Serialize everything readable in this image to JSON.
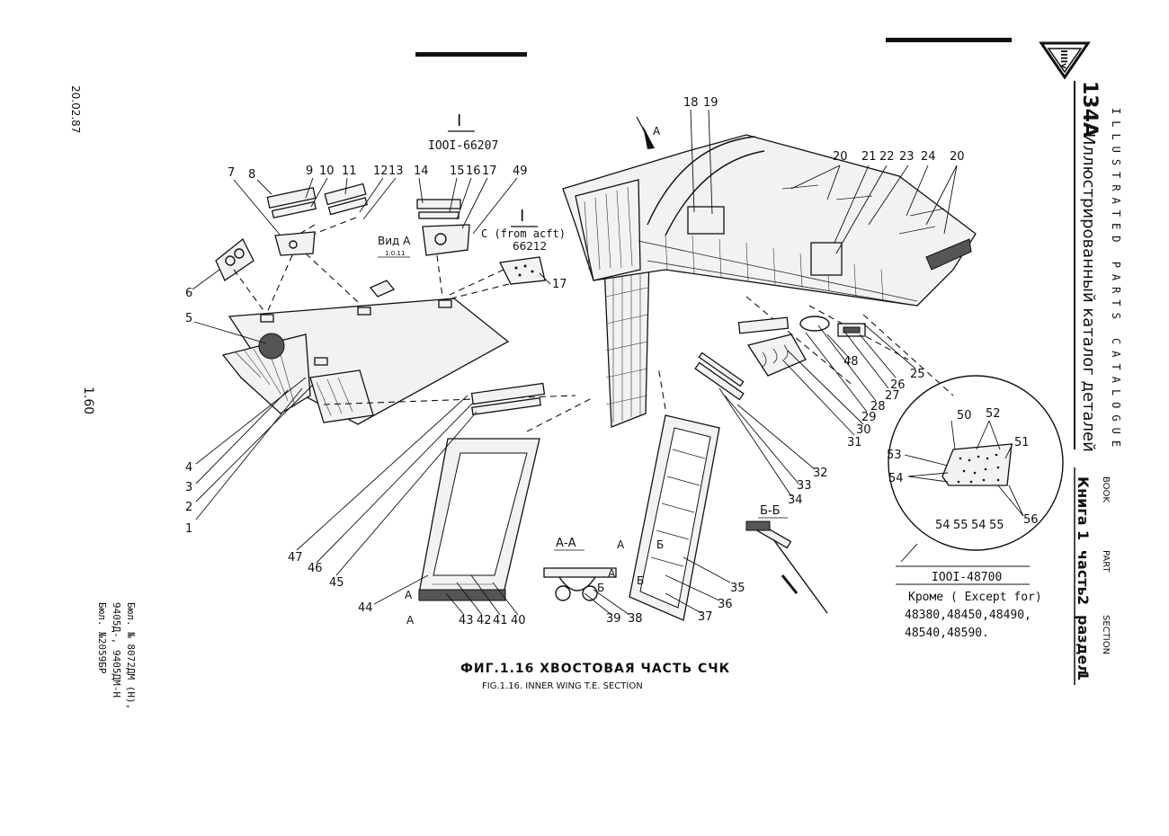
{
  "header": {
    "model": "134А",
    "title_ru": "Иллюстрированный каталог деталей",
    "title_en": "ILLUSTRATED PARTS CATALOGUE",
    "book_ru": "Книга",
    "book_en": "BOOK",
    "book_no": "1",
    "part_ru": "часть",
    "part_en": "PART",
    "part_no": "2",
    "section_ru": "раздел",
    "section_en": "SECTION",
    "section_no": "1"
  },
  "left_margin": {
    "date": "20.02.87",
    "page": "1.60",
    "bul_1": "Бюл. № 8072ДМ (Н),",
    "bul_2": "9405Д-, 9405ДМ-Н",
    "bul_3": "Бюл. №2059БР"
  },
  "captions": {
    "fig_ru": "ФИГ.1.16  ХВОСТОВАЯ  ЧАСТЬ  СЧК",
    "fig_en": "FIG.1.16. INNER WING T.E. SECTION"
  },
  "refs": {
    "marker_1": "I",
    "marker_2": "I",
    "ref_66207": "IOOI-66207",
    "from_acft": "C (from acft)",
    "ref_66212": "66212",
    "view_a": "Вид А",
    "view_a_sub": "1:0.11",
    "arrow_a": "А",
    "section_aa": "А-А",
    "section_bb": "Б-Б",
    "ref_48700": "IOOI-48700",
    "except_1": "Кроме ( Except for)",
    "except_2": "48380,48450,48490,",
    "except_3": "48540,48590."
  },
  "callouts": [
    "1",
    "2",
    "3",
    "4",
    "5",
    "6",
    "7",
    "8",
    "9",
    "10",
    "11",
    "12",
    "13",
    "14",
    "15",
    "16",
    "17",
    "17",
    "18",
    "19",
    "20",
    "20",
    "21",
    "22",
    "23",
    "24",
    "25",
    "26",
    "27",
    "28",
    "29",
    "30",
    "31",
    "32",
    "33",
    "34",
    "35",
    "36",
    "37",
    "38",
    "39",
    "40",
    "41",
    "42",
    "43",
    "44",
    "45",
    "46",
    "47",
    "48",
    "49",
    "50",
    "51",
    "52",
    "53",
    "54",
    "54",
    "54",
    "55",
    "55",
    "56"
  ],
  "section_letters": [
    "А",
    "А",
    "А",
    "А",
    "Б",
    "Б",
    "Б",
    "А"
  ]
}
